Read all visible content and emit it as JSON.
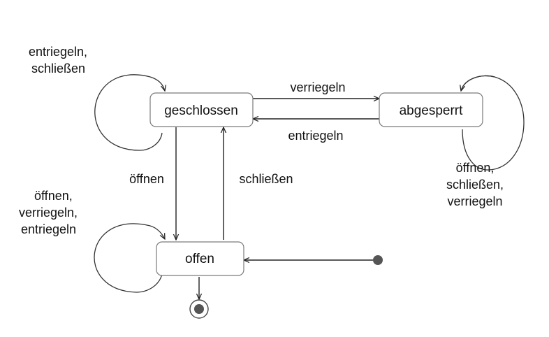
{
  "states": {
    "geschlossen": "geschlossen",
    "abgesperrt": "abgesperrt",
    "offen": "offen"
  },
  "transitions": {
    "geschlossen_to_abgesperrt": "verriegeln",
    "abgesperrt_to_geschlossen": "entriegeln",
    "geschlossen_to_offen": "öffnen",
    "offen_to_geschlossen": "schließen",
    "geschlossen_self": [
      "entriegeln,",
      "schließen"
    ],
    "abgesperrt_self": [
      "öffnen,",
      "schließen,",
      "verriegeln"
    ],
    "offen_self": [
      "öffnen,",
      "verriegeln,",
      "entriegeln"
    ]
  },
  "colors": {
    "line": "#222222",
    "box_border": "#7a7a7a",
    "node_fill": "#555555"
  }
}
